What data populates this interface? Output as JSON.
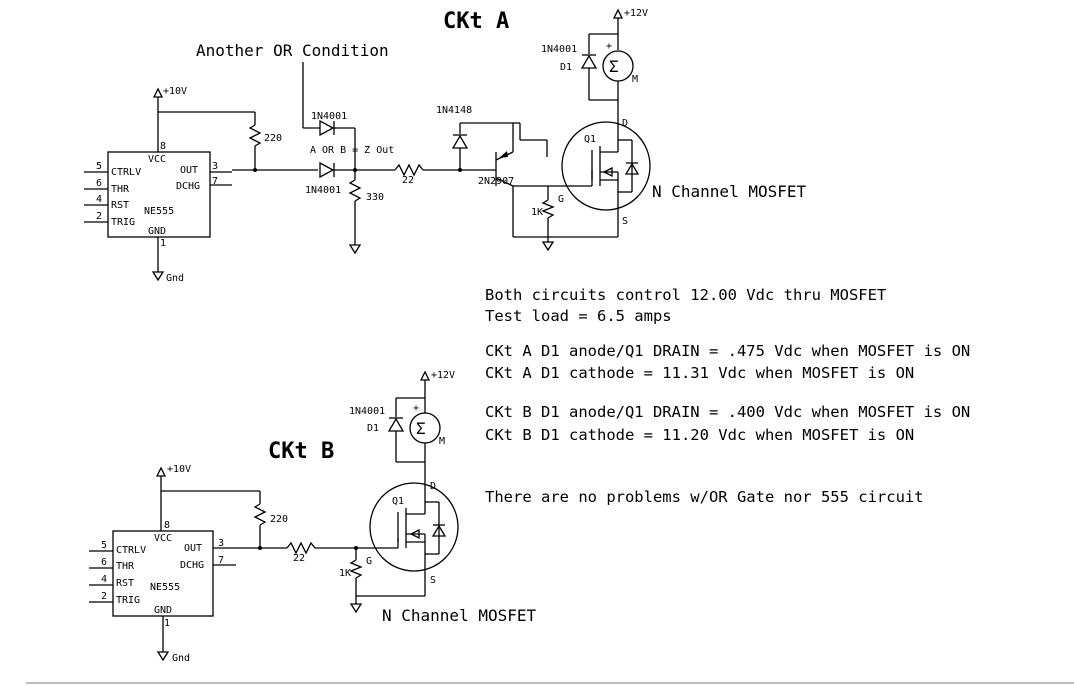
{
  "circuit_a": {
    "title": "CKt A",
    "or_note": "Another OR Condition",
    "or_label": "A OR B = Z Out",
    "supply_10": "+10V",
    "supply_12": "+12V",
    "ground": "Gnd",
    "r_top": "220",
    "r_bottom": "330",
    "r_series": "22",
    "r_gate": "1K",
    "diode_top": "1N4001",
    "diode_bottom": "1N4001",
    "diode_clamp": "1N4148",
    "diode_d1": "1N4001",
    "d1": "D1",
    "transistor": "2N2907",
    "mosfet": "Q1",
    "mosfet_desc": "N Channel MOSFET",
    "motor": "M",
    "plus": "+",
    "drain": "D",
    "source": "S",
    "gate": "G",
    "ic": {
      "name": "NE555",
      "vcc": "VCC",
      "gnd": "GND",
      "ctrlv": "CTRLV",
      "thr": "THR",
      "rst": "RST",
      "trig": "TRIG",
      "out": "OUT",
      "dchg": "DCHG",
      "pin5": "5",
      "pin6": "6",
      "pin4": "4",
      "pin2": "2",
      "pin8": "8",
      "pin1": "1",
      "pin3": "3",
      "pin7": "7"
    }
  },
  "circuit_b": {
    "title": "CKt B",
    "supply_10": "+10V",
    "supply_12": "+12V",
    "ground": "Gnd",
    "r_top": "220",
    "r_series": "22",
    "r_gate": "1K",
    "diode_d1": "1N4001",
    "d1": "D1",
    "mosfet": "Q1",
    "mosfet_desc": "N Channel MOSFET",
    "motor": "M",
    "plus": "+",
    "drain": "D",
    "source": "S",
    "gate": "G",
    "ic": {
      "name": "NE555",
      "vcc": "VCC",
      "gnd": "GND",
      "ctrlv": "CTRLV",
      "thr": "THR",
      "rst": "RST",
      "trig": "TRIG",
      "out": "OUT",
      "dchg": "DCHG",
      "pin5": "5",
      "pin6": "6",
      "pin4": "4",
      "pin2": "2",
      "pin8": "8",
      "pin1": "1",
      "pin3": "3",
      "pin7": "7"
    }
  },
  "notes": [
    "Both circuits control 12.00 Vdc thru MOSFET",
    "Test load = 6.5 amps",
    "CKt A D1 anode/Q1 DRAIN = .475 Vdc when MOSFET is ON",
    "CKt A D1 cathode = 11.31 Vdc when MOSFET is ON",
    "CKt B D1 anode/Q1 DRAIN = .400 Vdc when MOSFET is ON",
    "CKt B D1 cathode = 11.20 Vdc when MOSFET is ON",
    "There are no problems w/OR Gate nor 555 circuit"
  ]
}
